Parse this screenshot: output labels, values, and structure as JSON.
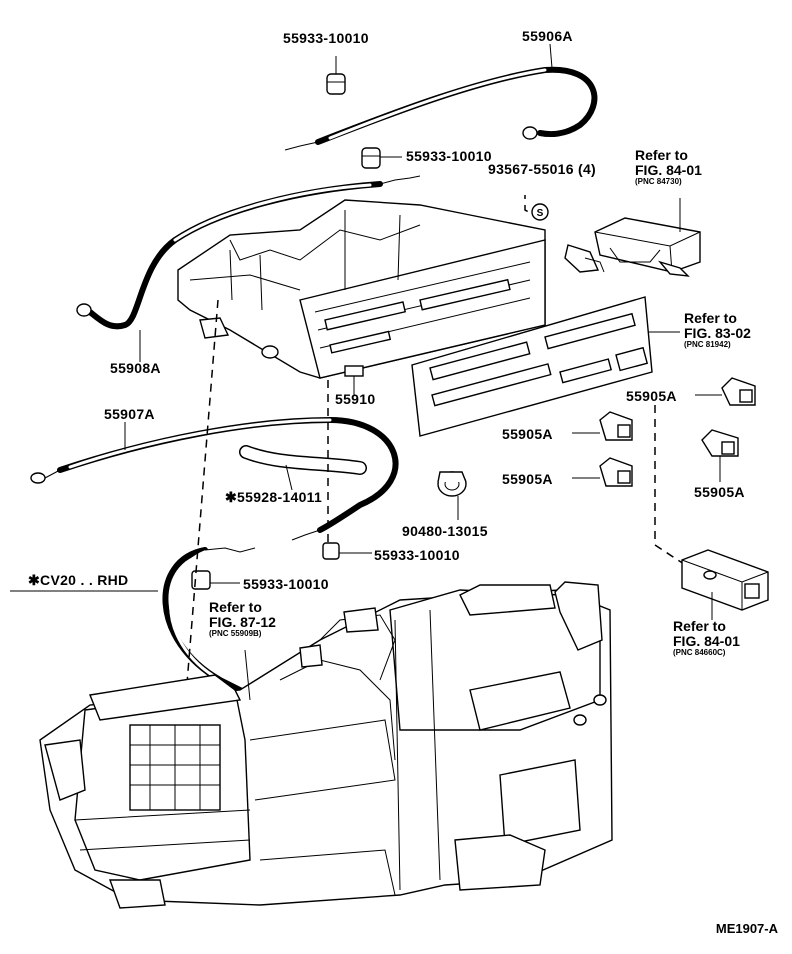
{
  "labels": {
    "p55933_top": "55933-10010",
    "p55906A": "55906A",
    "p55933_mid": "55933-10010",
    "p93567": "93567-55016 (4)",
    "p55908A": "55908A",
    "p55910": "55910",
    "p55907A": "55907A",
    "p55928": "✱55928-14011",
    "p90480": "90480-13015",
    "p55933_low": "55933-10010",
    "p55933_low2": "55933-10010",
    "p55905A_1": "55905A",
    "p55905A_2": "55905A",
    "p55905A_3": "55905A",
    "p55905A_4": "55905A",
    "cv20": "✱CV20 . . RHD",
    "diagram_code": "ME1907-A"
  },
  "refs": {
    "fig84_top": {
      "line1": "Refer to",
      "line2": "FIG. 84-01",
      "line3": "(PNC 84730)"
    },
    "fig83": {
      "line1": "Refer to",
      "line2": "FIG. 83-02",
      "line3": "(PNC 81942)"
    },
    "fig87": {
      "line1": "Refer to",
      "line2": "FIG. 87-12",
      "line3": "(PNC 55909B)"
    },
    "fig84_bottom": {
      "line1": "Refer to",
      "line2": "FIG. 84-01",
      "line3": "(PNC 84660C)"
    }
  },
  "icons": {
    "s_circle": "S"
  }
}
